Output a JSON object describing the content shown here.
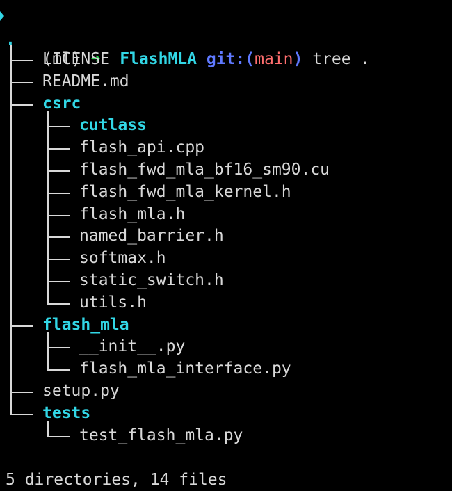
{
  "prompt": {
    "env": "(ml)",
    "arrow": "➜",
    "repo": "FlashMLA",
    "git_prefix": "git:(",
    "branch": "main",
    "git_suffix": ")",
    "command": "tree ."
  },
  "tree": {
    "root": ".",
    "entries": [
      {
        "name": "LICENSE",
        "type": "file",
        "depth": 0
      },
      {
        "name": "README.md",
        "type": "file",
        "depth": 0
      },
      {
        "name": "csrc",
        "type": "dir",
        "depth": 0
      },
      {
        "name": "cutlass",
        "type": "dir",
        "depth": 1
      },
      {
        "name": "flash_api.cpp",
        "type": "file",
        "depth": 1
      },
      {
        "name": "flash_fwd_mla_bf16_sm90.cu",
        "type": "file",
        "depth": 1
      },
      {
        "name": "flash_fwd_mla_kernel.h",
        "type": "file",
        "depth": 1
      },
      {
        "name": "flash_mla.h",
        "type": "file",
        "depth": 1
      },
      {
        "name": "named_barrier.h",
        "type": "file",
        "depth": 1
      },
      {
        "name": "softmax.h",
        "type": "file",
        "depth": 1
      },
      {
        "name": "static_switch.h",
        "type": "file",
        "depth": 1
      },
      {
        "name": "utils.h",
        "type": "file",
        "depth": 1
      },
      {
        "name": "flash_mla",
        "type": "dir",
        "depth": 0
      },
      {
        "name": "__init__.py",
        "type": "file",
        "depth": 1
      },
      {
        "name": "flash_mla_interface.py",
        "type": "file",
        "depth": 1
      },
      {
        "name": "setup.py",
        "type": "file",
        "depth": 0
      },
      {
        "name": "tests",
        "type": "dir",
        "depth": 0
      },
      {
        "name": "test_flash_mla.py",
        "type": "file",
        "depth": 1
      }
    ]
  },
  "summary": "5 directories, 14 files",
  "colors": {
    "background": "#000000",
    "text": "#d8d8d8",
    "arrow": "#25d04a",
    "repo": "#32d7e6",
    "git": "#5f79ff",
    "branch": "#ff6e6e",
    "directory": "#32d7e6"
  }
}
